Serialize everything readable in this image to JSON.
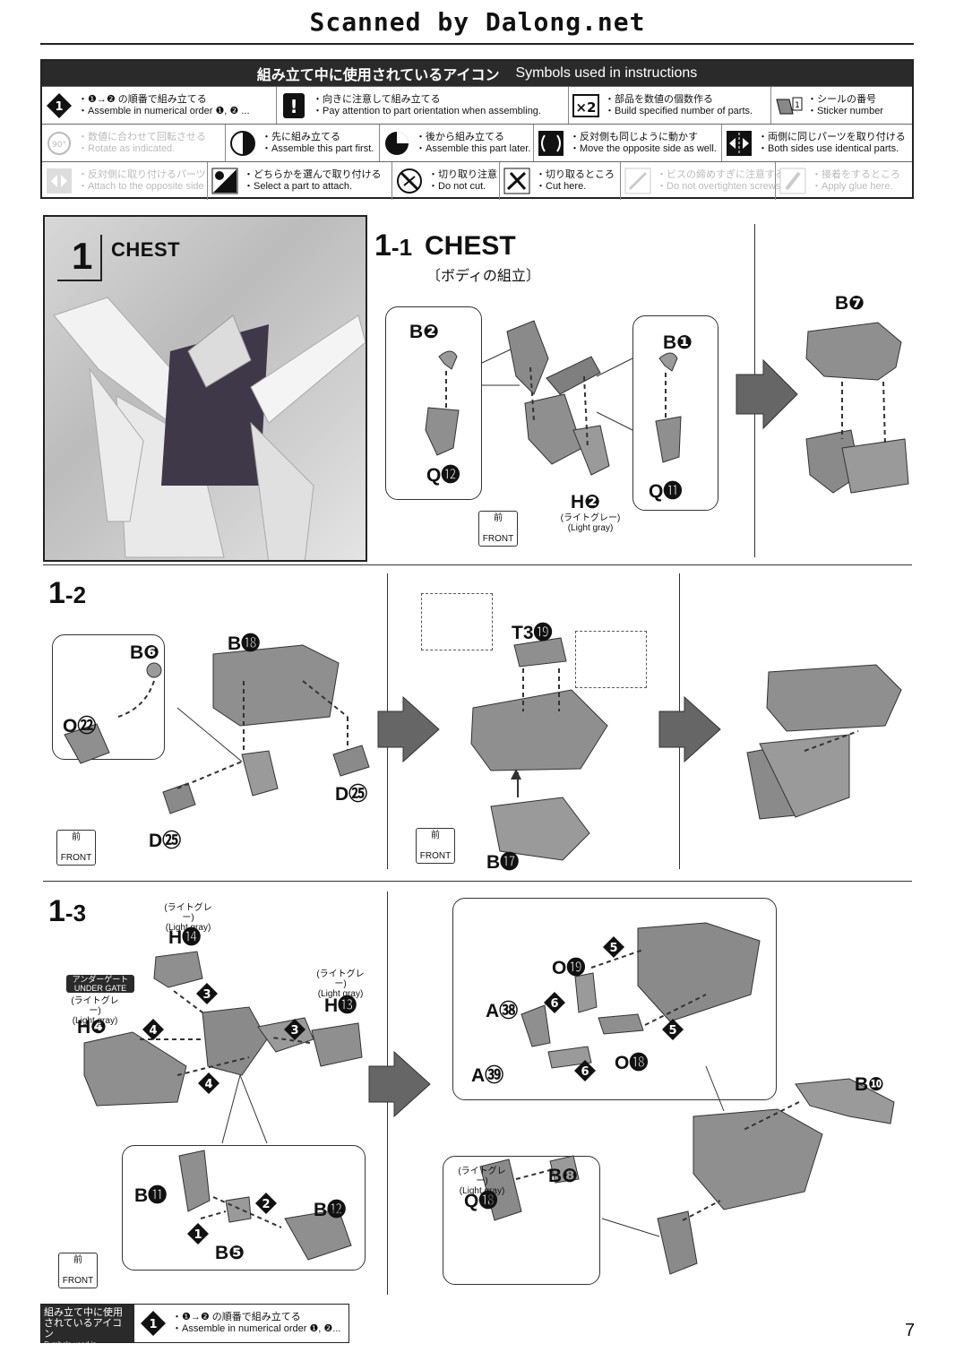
{
  "header": {
    "scanned": "Scanned by Dalong.net"
  },
  "symbols": {
    "title_jp": "組み立て中に使用されているアイコン",
    "title_en": "Symbols used in instructions",
    "rows": [
      [
        {
          "jp": "・❶→❷ の順番で組み立てる",
          "en": "・Assemble in numerical order ❶, ❷ ...",
          "icon": "diamond-step-icon",
          "faded": false
        },
        {
          "jp": "・向きに注意して組み立てる",
          "en": "・Pay attention to part orientation when assembling.",
          "icon": "exclamation-icon",
          "faded": false
        },
        {
          "jp": "・部品を数値の個数作る",
          "en": "・Build specified number of parts.",
          "icon": "times-two-icon",
          "icon_text": "×2",
          "faded": false
        },
        {
          "jp": "・シールの番号",
          "en": "・Sticker number",
          "icon": "sticker-icon",
          "icon_text": "1",
          "faded": false
        }
      ],
      [
        {
          "jp": "・数値に合わせて回転させる",
          "en": "・Rotate as indicated.",
          "icon": "rotate-icon",
          "icon_text": "90°",
          "faded": true
        },
        {
          "jp": "・先に組み立てる",
          "en": "・Assemble this part first.",
          "icon": "first-icon",
          "faded": false
        },
        {
          "jp": "・後から組み立てる",
          "en": "・Assemble this part later.",
          "icon": "later-icon",
          "faded": false
        },
        {
          "jp": "・反対側も同じように動かす",
          "en": "・Move the opposite side as well.",
          "icon": "opposite-move-icon",
          "faded": false
        },
        {
          "jp": "・両側に同じパーツを取り付ける",
          "en": "・Both sides use identical parts.",
          "icon": "both-sides-icon",
          "faded": false
        }
      ],
      [
        {
          "jp": "・反対側に取り付けるパーツ",
          "en": "・Attach to the opposite side",
          "icon": "attach-opposite-icon",
          "faded": true
        },
        {
          "jp": "・どちらかを選んで取り付ける",
          "en": "・Select a part to attach.",
          "icon": "select-part-icon",
          "faded": false
        },
        {
          "jp": "・切り取り注意",
          "en": "・Do not cut.",
          "icon": "do-not-cut-icon",
          "faded": false
        },
        {
          "jp": "・切り取るところ",
          "en": "・Cut here.",
          "icon": "cut-here-icon",
          "faded": false
        },
        {
          "jp": "・ビスの締めすぎに注意する",
          "en": "・Do not overtighten screws.",
          "icon": "screw-icon",
          "faded": true
        },
        {
          "jp": "・接着をするところ",
          "en": "・Apply glue here.",
          "icon": "glue-icon",
          "faded": true
        }
      ]
    ]
  },
  "step1": {
    "number": "1",
    "title": "CHEST"
  },
  "step1_1": {
    "num": "1",
    "sub": "-1",
    "title": "CHEST",
    "subtitle_jp": "〔ボディの組立〕",
    "parts": {
      "b2": "B❷",
      "q12": "Q⓬",
      "b1": "B❶",
      "q11": "Q⓫",
      "h2": "H❷",
      "h2_note_jp": "(ライトグレー)",
      "h2_note_en": "(Light gray)",
      "b7": "B❼"
    },
    "front_jp": "前",
    "front_en": "FRONT"
  },
  "step1_2": {
    "num": "1",
    "sub": "-2",
    "parts": {
      "b6": "B❻",
      "o22": "O㉒",
      "b18": "B⓲",
      "d25a": "D㉕",
      "d25b": "D㉕",
      "t319": "T3⓳",
      "b17": "B⓱"
    },
    "front_jp": "前",
    "front_en": "FRONT"
  },
  "step1_3": {
    "num": "1",
    "sub": "-3",
    "parts": {
      "h14": "H⓮",
      "h14_note_jp": "(ライトグレー)",
      "h14_note_en": "(Light gray)",
      "h13": "H⓭",
      "h13_note_jp": "(ライトグレー)",
      "h13_note_en": "(Light gray)",
      "h4": "H❹",
      "h4_gate_jp": "アンダーゲート",
      "h4_gate_en": "UNDER GATE",
      "h4_note_jp": "(ライトグレー)",
      "h4_note_en": "(Light gray)",
      "b11": "B⓫",
      "b12": "B⓬",
      "b5": "B❺",
      "o19": "O⓳",
      "a38": "A㊳",
      "o18": "O⓲",
      "a39": "A㊴",
      "b10": "B❿",
      "q18": "Q⓲",
      "q18_note_jp": "(ライトグレー)",
      "q18_note_en": "(Light gray)",
      "b8": "B❽"
    },
    "steps": {
      "s1": "1",
      "s2": "2",
      "s3": "3",
      "s4": "4",
      "s5": "5",
      "s6": "6"
    },
    "front_jp": "前",
    "front_en": "FRONT"
  },
  "footer": {
    "legend_jp1": "組み立て中に使用",
    "legend_jp2": "されているアイコン",
    "legend_en": "Symbols used in instructions",
    "desc_jp": "・❶→❷ の順番で組み立てる",
    "desc_en": "・Assemble in numerical order ❶, ❷...",
    "page": "7"
  },
  "colors": {
    "ink": "#111111",
    "part_fill": "#9a9a9a",
    "part_dark": "#5a5a5a",
    "header_bg": "#2a2a2a"
  }
}
